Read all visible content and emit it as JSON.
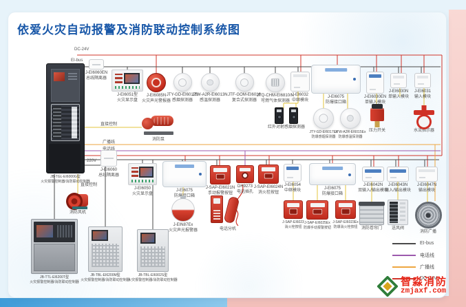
{
  "title": "依爱火灾自动报警及消防联动控制系统图",
  "wire_labels": {
    "dc24v_top": "DC-24V",
    "eibus_top": "EI-bus",
    "direct_control_pump": "直接控制",
    "direct_control_fan": "直接控制",
    "broadcast_line": "广播线",
    "phone_line": "电话线",
    "v220": "220V"
  },
  "devices": {
    "cab_main": {
      "model": "JB-TGL-EI6000G型",
      "name": "火灾报警控制器/消防联动控制器"
    },
    "iso_en": {
      "model": "J-EI6060EN",
      "name": "总线隔离器"
    },
    "fdp_6051": {
      "model": "J-EI6051型",
      "name": "火灾显示盘"
    },
    "sounder_6085": {
      "model": "J-EI6085N",
      "name": "火灾声光警报器"
    },
    "det_smoke": {
      "model": "JTY-GD-EI6012S",
      "name": "感烟探测器"
    },
    "det_heat": {
      "model": "JTW-A2R-EI6013N",
      "name": "感温探测器"
    },
    "det_combo": {
      "model": "JTF-GOM-EI6016",
      "name": "复合式探测器"
    },
    "det_gas": {
      "model": "JTQ-CHM-EI6810/N",
      "name": "可燃气体探测器"
    },
    "mod_6032": {
      "model": "J-EI6032",
      "name": "中继模块"
    },
    "exbox_top": {
      "model": "J-EI6075",
      "name": "防爆接口箱"
    },
    "mod_6030en": {
      "model": "J-EI6030EN",
      "name": "单输入模块"
    },
    "mod_6030n": {
      "model": "J-EI6030N",
      "name": "单输入模块"
    },
    "mod_6031": {
      "model": "J-EI6031",
      "name": "输入模块"
    },
    "beam": {
      "name": "红外对射感烟探测器"
    },
    "det_ex_smoke": {
      "model": "JTY-GD-EI6017Ex",
      "name": "防爆感烟探测器"
    },
    "det_ex_heat": {
      "model": "JTW-A2R-EI6015Ex",
      "name": "防爆感温探测器"
    },
    "pressure": {
      "name": "压力开关"
    },
    "flow": {
      "name": "水流指示器"
    },
    "pump": {
      "name": "消防泵"
    },
    "fan": {
      "name": "消防风机"
    },
    "iso_6060": {
      "model": "J-EI6060",
      "name": "总线隔离器"
    },
    "fdp_6050": {
      "model": "J-EI6050",
      "name": "火灾显示盘"
    },
    "exbox_mid": {
      "model": "J-EI6075",
      "name": "防爆接口箱"
    },
    "ball_sounder": {
      "model": "J-EIN87Ex",
      "name": "火灾声光报警器"
    },
    "mcp_6021": {
      "model": "J-SAP-EI6021N",
      "name": "手动报警按钮"
    },
    "phone_jack": {
      "model": "DH9273",
      "name": "电话插孔"
    },
    "phone_ext": {
      "name": "电话分机"
    },
    "hydrant_6024": {
      "model": "J-SAP-EI6024N",
      "name": "消火栓按钮"
    },
    "mod_6054": {
      "model": "J-EI6054",
      "name": "中继模块"
    },
    "hydrant_6023": {
      "model": "J-SAP-EI6023",
      "name": "消火栓按钮"
    },
    "mcp_ex_6025": {
      "model": "J-SAP-EI6025Ex",
      "name": "防爆手动报警按钮"
    },
    "hydrant_ex_6023": {
      "model": "J-SAP-EI6023Ex",
      "name": "防爆消火栓按钮"
    },
    "exbox_right": {
      "model": "J-EI6075",
      "name": "防爆接口箱"
    },
    "mod_6042": {
      "model": "J-EI6042N",
      "name": "双输入/输出模块"
    },
    "mod_6043": {
      "model": "J-EI6043N",
      "name": "输入/输出模块"
    },
    "mod_6047": {
      "model": "J-EI6047N",
      "name": "输出模块"
    },
    "shutter": {
      "name": "消防卷帘门"
    },
    "vent": {
      "name": "送风阀"
    },
    "speaker": {
      "name": "消防广播"
    },
    "panel_t": {
      "model": "JB-TTL-EI6200T型",
      "name": "火灾报警控制器/消防联动控制器"
    },
    "panel_m": {
      "model": "JB-TBL-EI6200M型",
      "name": "火灾报警控制器/消防联动控制器"
    },
    "panel_s": {
      "model": "JB-TBL-EI6002S型",
      "name": "火灾报警控制器/消防联动控制器"
    }
  },
  "legend": {
    "items": [
      {
        "label": "EI-bus",
        "color": "#4a4a4a"
      },
      {
        "label": "电话线",
        "color": "#9c59ad"
      },
      {
        "label": "广播线",
        "color": "#eea63f"
      },
      {
        "label": "DC-24V",
        "color": "#d0342a"
      }
    ]
  },
  "watermark": {
    "brand": "智淼消防",
    "site": "zmjaxf.com"
  },
  "colors": {
    "title_blue": "#1857a8",
    "wire_red": "#d0342a",
    "wire_black": "#4a4a4a",
    "wire_yellow": "#e3c43c",
    "wire_orange": "#eea63f",
    "wire_purple": "#9c59ad"
  }
}
